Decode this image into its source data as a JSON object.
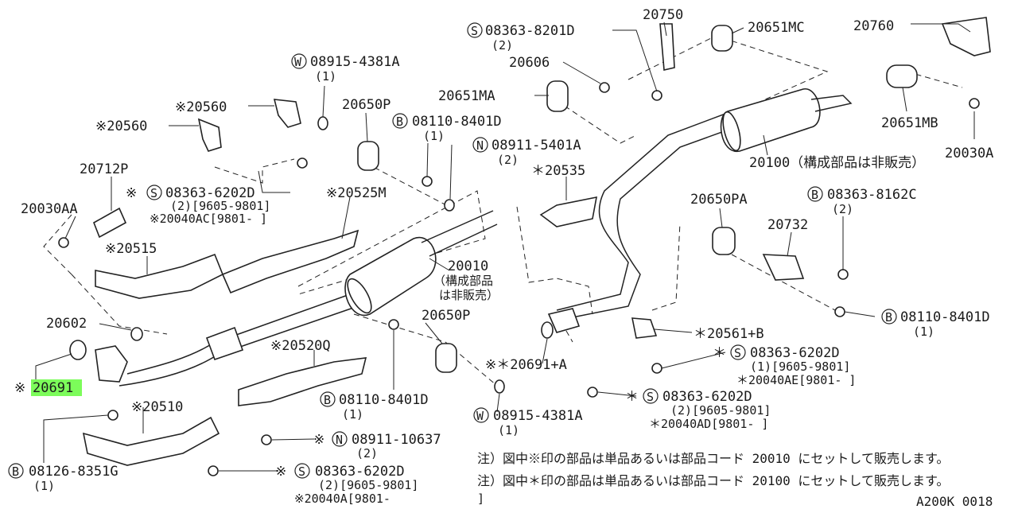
{
  "labels": {
    "p20750": "20750",
    "p20651mc": "20651MC",
    "p20760": "20760",
    "s08363_8201d": "08363-8201D",
    "s08363_8201d_qty": "(2)",
    "p20606": "20606",
    "p20651ma": "20651MA",
    "p20651mb": "20651MB",
    "p20030a": "20030A",
    "w08915_top": "08915-4381A",
    "w08915_top_qty": "(1)",
    "p20560a": "※20560",
    "p20560b": "※20560",
    "p20650p_top": "20650P",
    "b08110_top": "08110-8401D",
    "b08110_top_qty": "(1)",
    "n08911_5401a": "08911-5401A",
    "n08911_5401a_qty": "(2)",
    "p20535": "＊20535",
    "p20100": "20100（構成部品は非販売）",
    "p20712p": "20712P",
    "s08363_6202d_left": "08363-6202D",
    "s08363_6202d_left_sub": "(2)[9605-9801]",
    "p20040ac": "※20040AC[9801-       ]",
    "p20525m": "※20525M",
    "p20030aa": "20030AA",
    "p20515": "※20515",
    "p20010": "20010",
    "p20010_note1": "（構成部品",
    "p20010_note2": "は非販売）",
    "p20650pa": "20650PA",
    "b08363_8162c": "08363-8162C",
    "b08363_8162c_qty": "(2)",
    "p20732": "20732",
    "p20602": "20602",
    "p20650p_mid": "20650P",
    "b08110_right": "08110-8401D",
    "b08110_right_qty": "(1)",
    "p20561b": "＊20561+B",
    "s08363_6202d_r1": "08363-6202D",
    "s08363_6202d_r1_sub": "(1)[9605-9801]",
    "p20040ae": "＊20040AE[9801-       ]",
    "p20520q": "※20520Q",
    "p20691a": "※＊20691+A",
    "p20691": "20691",
    "p20691_mark": "※",
    "p20510": "※20510",
    "b08110_mid": "08110-8401D",
    "b08110_mid_qty": "(1)",
    "s08363_6202d_r2": "08363-6202D",
    "s08363_6202d_r2_sub": "(2)[9605-9801]",
    "p20040ad": "＊20040AD[9801-       ]",
    "w08915_bot": "08915-4381A",
    "w08915_bot_qty": "(1)",
    "n08911_10637": "08911-10637",
    "n08911_10637_qty": "(2)",
    "b08126": "08126-8351G",
    "b08126_qty": "(1)",
    "s08363_6202d_bot": "08363-6202D",
    "s08363_6202d_bot_sub": "(2)[9605-9801]",
    "p20040a": "※20040A[9801-",
    "p20040a_end": "]",
    "note1": "注）図中※印の部品は単品あるいは部品コード 20010 にセットして販売します。",
    "note2": "注）図中＊印の部品は単品あるいは部品コード 20100 にセットして販売します。",
    "diagram_code": "A200K 0018"
  },
  "symbols": {
    "S": "S",
    "W": "W",
    "B": "B",
    "N": "N",
    "kome": "※",
    "ast": "＊"
  },
  "colors": {
    "highlight": "#7CFC5A",
    "ink": "#1a1a1a"
  }
}
